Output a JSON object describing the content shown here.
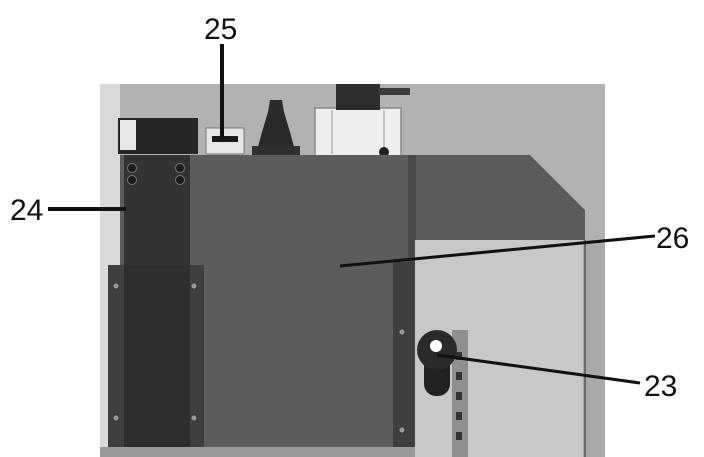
{
  "diagram": {
    "callouts": [
      {
        "id": "c25",
        "label": "25"
      },
      {
        "id": "c24",
        "label": "24"
      },
      {
        "id": "c26",
        "label": "26"
      },
      {
        "id": "c23",
        "label": "23"
      }
    ]
  },
  "colors": {
    "background_panel": "#b2b2b2",
    "main_body": "#5c5c5c",
    "dark_block": "#333333",
    "side_plate": "#3f3f3f",
    "window": "#c8c8c8",
    "leader_line": "#111111",
    "cylinder_light": "#e6e6e6"
  }
}
